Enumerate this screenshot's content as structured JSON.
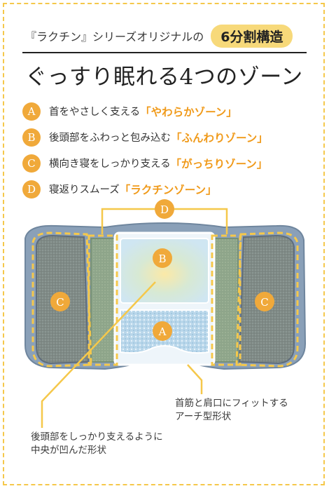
{
  "header": {
    "lead": "『ラクチン』シリーズオリジナルの",
    "structure_label": "6分割構造",
    "title": "ぐっすり眠れる4つのゾーン"
  },
  "zones": [
    {
      "letter": "A",
      "description": "首をやさしく支える",
      "name": "「やわらかゾーン」"
    },
    {
      "letter": "B",
      "description": "後頭部をふわっと包み込む",
      "name": "「ふんわりゾーン」"
    },
    {
      "letter": "C",
      "description": "横向き寝をしっかり支える",
      "name": "「がっちりゾーン」"
    },
    {
      "letter": "D",
      "description": "寝返りスムーズ",
      "name": "「ラクチンゾーン」"
    }
  ],
  "diagram": {
    "label_a": "A",
    "label_b": "B",
    "label_c_left": "C",
    "label_c_right": "C",
    "label_d": "D",
    "callout_arch": [
      "首筋と肩口にフィットする",
      "アーチ型形状"
    ],
    "callout_center": [
      "後頭部をしっかり支えるように",
      "中央が凹んだ形状"
    ]
  },
  "colors": {
    "accent": "#f0a93a",
    "accent_text": "#f09a1a",
    "highlight": "#f7d97a",
    "dashed_outline": "#f5c84b",
    "pillow_body": "#8aa0b8"
  }
}
